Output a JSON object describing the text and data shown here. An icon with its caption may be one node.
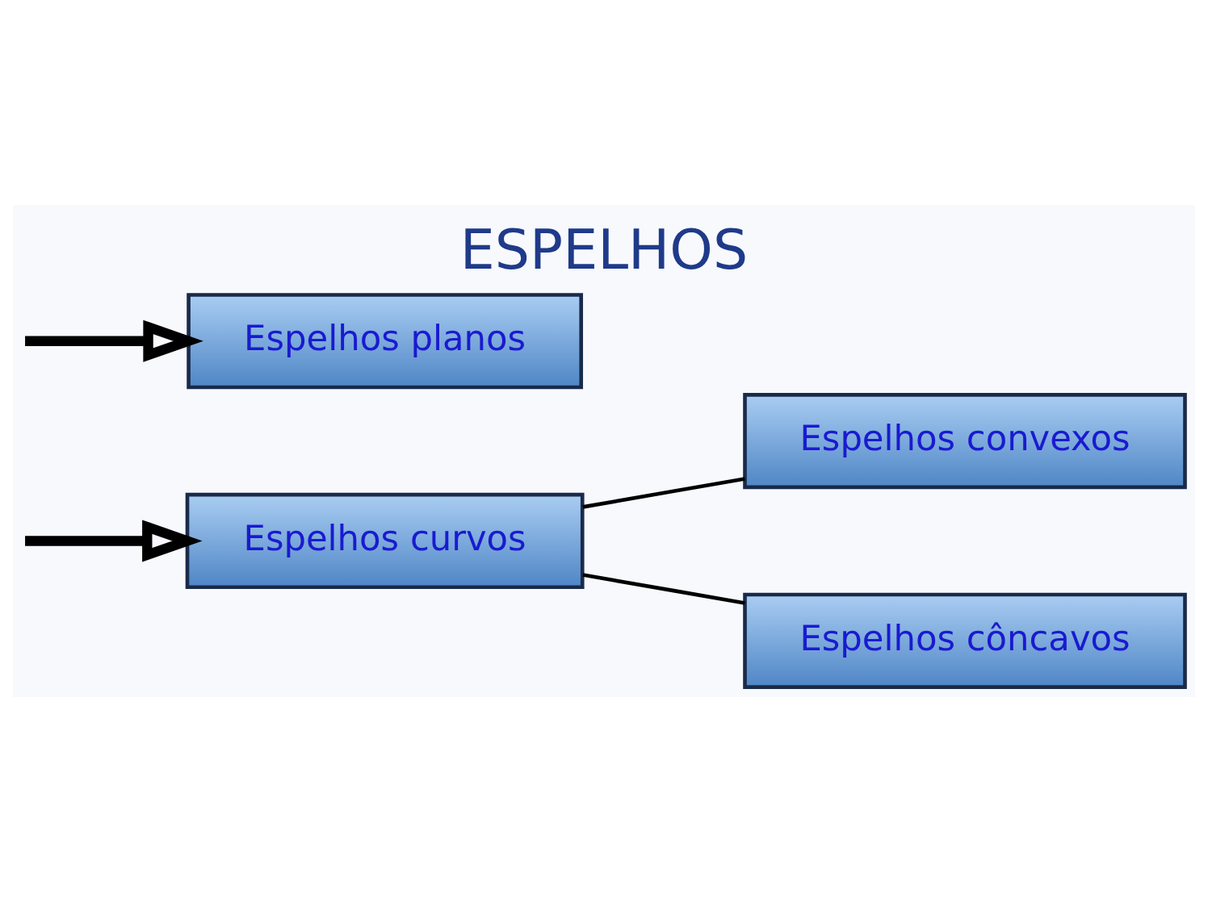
{
  "diagram": {
    "title": "ESPELHOS",
    "nodes": [
      {
        "text": [
          "Espelhos planos"
        ]
      },
      {
        "text": [
          "Espelhos curvos"
        ]
      },
      {
        "text": [
          "Espelhos convexos"
        ]
      },
      {
        "text": [
          "Espelhos côncavos"
        ]
      }
    ],
    "edges": [
      {
        "from": null,
        "to": 0,
        "arrow": "to",
        "style": "thick"
      },
      {
        "from": null,
        "to": 1,
        "arrow": "to",
        "style": "thick"
      },
      {
        "from": 1,
        "to": 2,
        "arrow": "none"
      },
      {
        "from": 1,
        "to": 3,
        "arrow": "none"
      }
    ]
  }
}
